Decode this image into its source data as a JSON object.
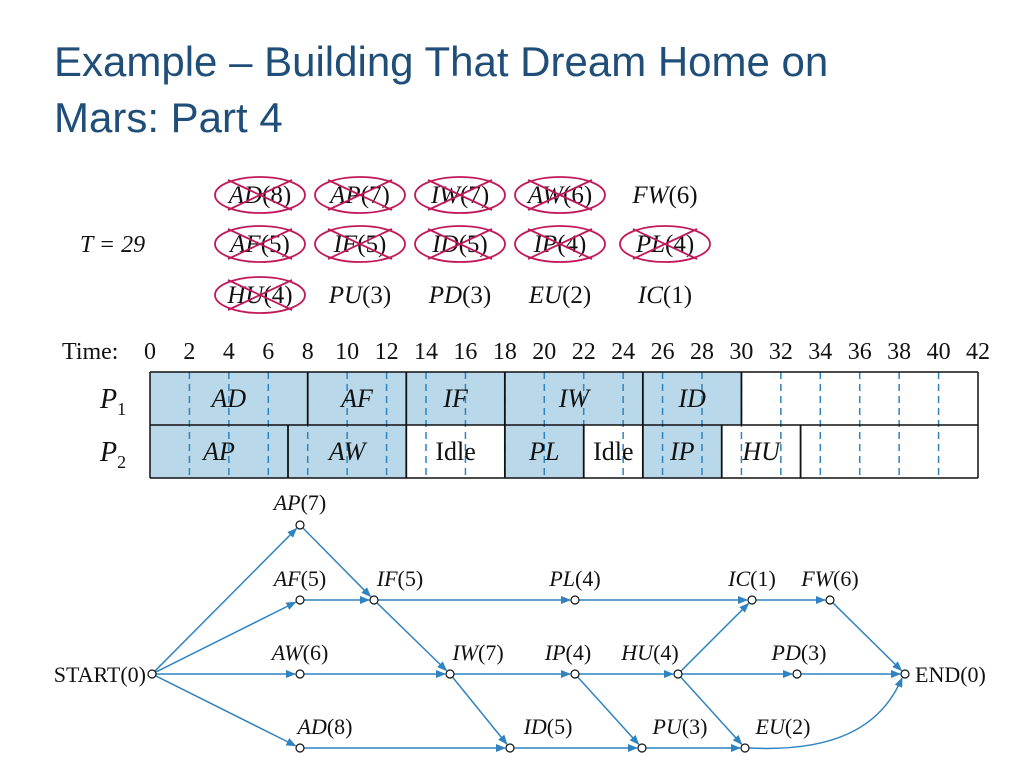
{
  "title_lines": [
    "Example – Building That Dream Home on",
    "Mars:  Part 4"
  ],
  "colors": {
    "title": "#1f4e79",
    "busy_fill": "#b9d9ea",
    "dash": "#2f84c0",
    "cross": "#c2185b",
    "arrow": "#2f84c0"
  },
  "t_label": "T = 29",
  "priority_list": [
    [
      {
        "c": "AD",
        "d": "8",
        "x": true
      },
      {
        "c": "AP",
        "d": "7",
        "x": true
      },
      {
        "c": "IW",
        "d": "7",
        "x": true
      },
      {
        "c": "AW",
        "d": "6",
        "x": true
      },
      {
        "c": "FW",
        "d": "6",
        "x": false
      }
    ],
    [
      {
        "c": "AF",
        "d": "5",
        "x": true
      },
      {
        "c": "IF",
        "d": "5",
        "x": true
      },
      {
        "c": "ID",
        "d": "5",
        "x": true
      },
      {
        "c": "IP",
        "d": "4",
        "x": true
      },
      {
        "c": "PL",
        "d": "4",
        "x": true
      }
    ],
    [
      {
        "c": "HU",
        "d": "4",
        "x": true
      },
      {
        "c": "PU",
        "d": "3",
        "x": false
      },
      {
        "c": "PD",
        "d": "3",
        "x": false
      },
      {
        "c": "EU",
        "d": "2",
        "x": false
      },
      {
        "c": "IC",
        "d": "1",
        "x": false
      }
    ]
  ],
  "timeline": {
    "label": "Time:",
    "ticks": [
      "0",
      "2",
      "4",
      "6",
      "8",
      "10",
      "12",
      "14",
      "16",
      "18",
      "20",
      "22",
      "24",
      "26",
      "28",
      "30",
      "32",
      "34",
      "36",
      "38",
      "40",
      "42"
    ]
  },
  "processors": [
    {
      "label": "P",
      "sub": "1",
      "tasks": [
        {
          "label": "AD",
          "start": 0,
          "end": 8,
          "busy": true,
          "italic": true
        },
        {
          "label": "AF",
          "start": 8,
          "end": 13,
          "busy": true,
          "italic": true
        },
        {
          "label": "IF",
          "start": 13,
          "end": 18,
          "busy": true,
          "italic": true
        },
        {
          "label": "IW",
          "start": 18,
          "end": 25,
          "busy": true,
          "italic": true
        },
        {
          "label": "ID",
          "start": 25,
          "end": 30,
          "busy": true,
          "italic": true
        }
      ]
    },
    {
      "label": "P",
      "sub": "2",
      "tasks": [
        {
          "label": "AP",
          "start": 0,
          "end": 7,
          "busy": true,
          "italic": true
        },
        {
          "label": "AW",
          "start": 7,
          "end": 13,
          "busy": true,
          "italic": true
        },
        {
          "label": "Idle",
          "start": 13,
          "end": 18,
          "busy": false,
          "italic": false
        },
        {
          "label": "PL",
          "start": 18,
          "end": 22,
          "busy": true,
          "italic": true
        },
        {
          "label": "Idle",
          "start": 22,
          "end": 25,
          "busy": false,
          "italic": false
        },
        {
          "label": "IP",
          "start": 25,
          "end": 29,
          "busy": true,
          "italic": true
        },
        {
          "label": "HU",
          "start": 29,
          "end": 33,
          "busy": false,
          "italic": true
        }
      ]
    }
  ],
  "graph": {
    "nodes": [
      {
        "id": "START",
        "code": "START",
        "dur": "0",
        "italic": false
      },
      {
        "id": "AP",
        "code": "AP",
        "dur": "7",
        "italic": true
      },
      {
        "id": "AF",
        "code": "AF",
        "dur": "5",
        "italic": true
      },
      {
        "id": "AW",
        "code": "AW",
        "dur": "6",
        "italic": true
      },
      {
        "id": "AD",
        "code": "AD",
        "dur": "8",
        "italic": true
      },
      {
        "id": "IF",
        "code": "IF",
        "dur": "5",
        "italic": true
      },
      {
        "id": "PL",
        "code": "PL",
        "dur": "4",
        "italic": true
      },
      {
        "id": "IC",
        "code": "IC",
        "dur": "1",
        "italic": true
      },
      {
        "id": "FW",
        "code": "FW",
        "dur": "6",
        "italic": true
      },
      {
        "id": "IW",
        "code": "IW",
        "dur": "7",
        "italic": true
      },
      {
        "id": "IP",
        "code": "IP",
        "dur": "4",
        "italic": true
      },
      {
        "id": "HU",
        "code": "HU",
        "dur": "4",
        "italic": true
      },
      {
        "id": "PD",
        "code": "PD",
        "dur": "3",
        "italic": true
      },
      {
        "id": "ID",
        "code": "ID",
        "dur": "5",
        "italic": true
      },
      {
        "id": "PU",
        "code": "PU",
        "dur": "3",
        "italic": true
      },
      {
        "id": "EU",
        "code": "EU",
        "dur": "2",
        "italic": true
      },
      {
        "id": "END",
        "code": "END",
        "dur": "0",
        "italic": false
      }
    ],
    "edges": [
      [
        "START",
        "AP"
      ],
      [
        "START",
        "AF"
      ],
      [
        "START",
        "AW"
      ],
      [
        "START",
        "AD"
      ],
      [
        "AP",
        "IF"
      ],
      [
        "AF",
        "IF"
      ],
      [
        "IF",
        "PL"
      ],
      [
        "IF",
        "IW"
      ],
      [
        "AW",
        "IW"
      ],
      [
        "PL",
        "IC"
      ],
      [
        "IC",
        "FW"
      ],
      [
        "FW",
        "END"
      ],
      [
        "IW",
        "IP"
      ],
      [
        "IW",
        "ID"
      ],
      [
        "AD",
        "ID"
      ],
      [
        "IP",
        "HU"
      ],
      [
        "IP",
        "PU"
      ],
      [
        "ID",
        "PU"
      ],
      [
        "HU",
        "IC"
      ],
      [
        "HU",
        "PD"
      ],
      [
        "HU",
        "EU"
      ],
      [
        "PU",
        "EU"
      ],
      [
        "PD",
        "END"
      ],
      [
        "EU",
        "END"
      ]
    ]
  }
}
